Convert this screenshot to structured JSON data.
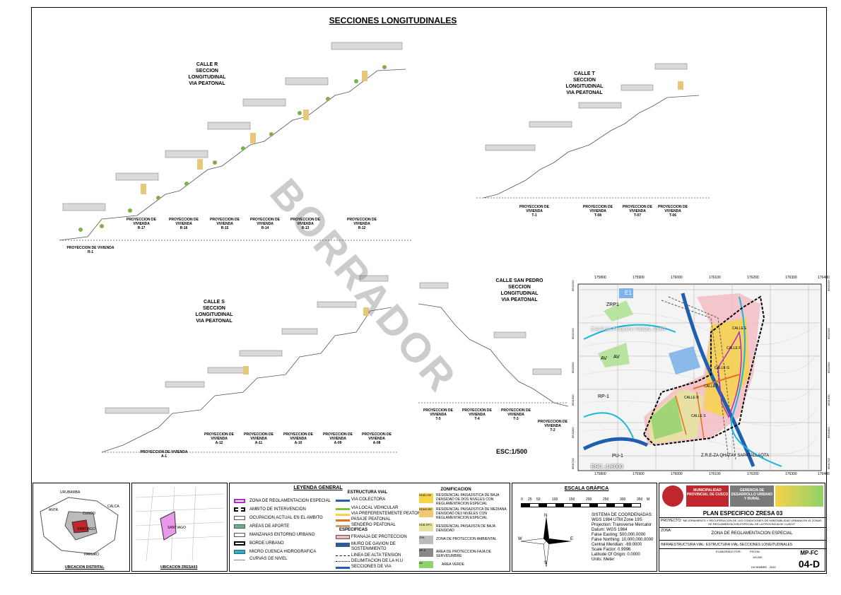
{
  "title": "SECCIONES LONGITUDINALES",
  "watermark": "BORRADOR",
  "sections": {
    "r": {
      "name": "CALLE R\nSECCION\nLONGITUDINAL\nVIA PEATONAL",
      "projections": [
        "PROYECCION DE VIVIENDA\nR-17",
        "PROYECCION DE VIVIENDA\nR-16",
        "PROYECCION DE VIVIENDA\nR-15",
        "PROYECCION DE VIVIENDA\nR-14",
        "PROYECCION DE VIVIENDA\nR-13",
        "PROYECCION DE VIVIENDA\nR-12"
      ],
      "base": "PROYECCION DE VIVIENDA\nR-1"
    },
    "t": {
      "name": "CALLE T\nSECCION\nLONGITUDINAL\nVIA PEATONAL",
      "projections": [
        "PROYECCION DE VIVIENDA\nT-1",
        "PROYECCION DE VIVIENDA\nT-08",
        "PROYECCION DE VIVIENDA\nT-07",
        "PROYECCION DE VIVIENDA\nT-06"
      ]
    },
    "s": {
      "name": "CALLE S\nSECCION\nLONGITUDINAL\nVIA PEATONAL",
      "projections": [
        "PROYECCION DE VIVIENDA\nA-12",
        "PROYECCION DE VIVIENDA\nA-11",
        "PROYECCION DE VIVIENDA\nA-10",
        "PROYECCION DE VIVIENDA\nA-09",
        "PROYECCION DE VIVIENDA\nA-08"
      ],
      "base": "PROYECCION DE VIVIENDA\nA-1"
    },
    "sp": {
      "name": "CALLE SAN PEDRO\nSECCION\nLONGITUDINAL\nVIA PEATONAL",
      "projections": [
        "PROYECCION DE VIVIENDA\nT-5",
        "PROYECCION DE VIVIENDA\nT-4",
        "PROYECCION DE VIVIENDA\nT-3",
        "PROYECCION DE VIVIENDA\nT-2"
      ]
    }
  },
  "scale_sections": "ESC:1/500",
  "map": {
    "scale": "ESC.:1/6000",
    "x_ticks": [
      "175800",
      "175900",
      "176000",
      "176100",
      "176200",
      "176300",
      "176400"
    ],
    "y_ticks": [
      "8502200",
      "8502100",
      "8502000",
      "8501900",
      "8501800",
      "8501700"
    ],
    "labels": [
      "E1",
      "ZRP1",
      "Z.R.E-SA PUQUIN / HNOS. AYAR",
      "AV",
      "AV",
      "RP-1",
      "PU-1",
      "Z.R.E-ZA QHATAY SAPATALLAQTA",
      "CALLE R",
      "CALLE S",
      "CALLE T",
      "CALLE E",
      "CALLE F",
      "CALLE G"
    ]
  },
  "legend": {
    "location_district": "UBICACION DISTRITAL",
    "location_zresa": "UBICACION ZRESA03",
    "district_labels": [
      "URUBAMBA",
      "ANTA",
      "CUSCO",
      "CALCA",
      "PARURO",
      "SANTIAGO"
    ],
    "zresa_label": "SANTIAGO",
    "title": "LEYENDA GENERAL",
    "general_items": [
      "ZONA DE REGLAMENTACION ESPECIAL",
      "AMBITO DE INTERVENCION",
      "OCUPACION ACTUAL EN EL AMBITO",
      "AREAS DE APORTE",
      "MANZANAS ENTORNO URBANO",
      "BORDE URBANO",
      "MICRO CUENCA HIDROGRAFICA",
      "CURVAS DE NIVEL"
    ],
    "road_title": "ESTRUCTURA VIAL",
    "road_items": [
      "VIA COLECTORA",
      "VIA LOCAL VEHICULAR",
      "VIA PREFERENTEMENTE PEATONAL",
      "PASAJE PEATONAL",
      "SENDERO PEATONAL"
    ],
    "specific_title": "ESPECIFICAS",
    "specific_items": [
      "FRANAJA DE PROTECCION",
      "MURO DE GAVION DE SOSTENIMIENTO",
      "LINEA DE ALTA TENSION",
      "DELIMITACION DE LA H.U",
      "SECCIONES DE VIA"
    ],
    "zoning_title": "ZONIFICACION",
    "zoning_items": [
      "RESIDENCIAL PAISAJISTICA DE BAJA DENSIDAD DE DOS NIVELES CON REGLAMENTACION ESPECIAL",
      "RESIDENCIAL PAISAJISTICA DE MEDIANA DENSIDAD DE3 NIVELES CON REGLAMENTACION ESPECIAL",
      "RESIDENCIAL PAISAJISTA DE BAJA DENSIDAD",
      "ZONA DE PROTECCION AMBIENTAL",
      "AREA DE PROTECCION-FAJA DE SERVIDUMBRE",
      "AREA VERDE"
    ],
    "zoning_codes": [
      "RDB2-RE",
      "RDM3-RE",
      "RDB-RP3",
      "ZPA",
      "AP-S",
      "AV"
    ],
    "scale_title": "ESCALA GRÁFICA",
    "scale_ticks": [
      "0",
      "25",
      "50",
      "100",
      "150",
      "200",
      "250",
      "300",
      "350"
    ],
    "scale_unit": "M",
    "coords": [
      "SISTEMA DE COORDENADAS:",
      "WGS 1984 UTM Zone 19S",
      "Projection: Transverse Mercator",
      "Datum: WGS 1984",
      "False Easting: 500,000.0000",
      "False Northing: 10,000,000.0000",
      "Central Meridian: -69.0000",
      "Scale Factor: 0.9996",
      "Latitude Of Origin: 0.0000",
      "Units: Meter"
    ],
    "compass": {
      "n": "N",
      "s": "S",
      "e": "E",
      "w": "W"
    }
  },
  "title_block": {
    "muni": "MUNICIPALIDAD PROVINCIAL DE CUSCO",
    "gerencia": "GERENCIA DE DESARROLLO URBANO Y RURAL",
    "plan": "PLAN ESPECIFICO ZRESA 03",
    "project_label": "PROYECTO:",
    "project": "\"MEJORAMIENTO Y RECUPERACION DE LAS CONDICIONES DE HABITABILIDAD URBANA EN 41 ZONAS DE REGLAMENTACION ESPECIAL DE LA PROVINCIA DE CUSCO\"",
    "zone_label": "ZONA:",
    "zone": "ZONA DE REGLAMENTACION ESPECIAL",
    "sheet_desc": "INFRAESTRUCTURA VIAL: ESTRUCTURA VIAL-SECCIONES LONGITUDINALES",
    "sheet_code": "MP-FC",
    "sheet_num": "04-D",
    "elaborado": "ELABORADO POR:",
    "fecha_label": "FECHA:",
    "fecha": "DICIEMBRE - 2020",
    "escala": "1/6,000"
  },
  "colors": {
    "accent_red": "#c0272d",
    "yellow": "#f5d34a",
    "pink": "#f4b9c0",
    "blue": "#1f5fb0",
    "cyan": "#19b7dc",
    "green": "#8fd16a"
  }
}
